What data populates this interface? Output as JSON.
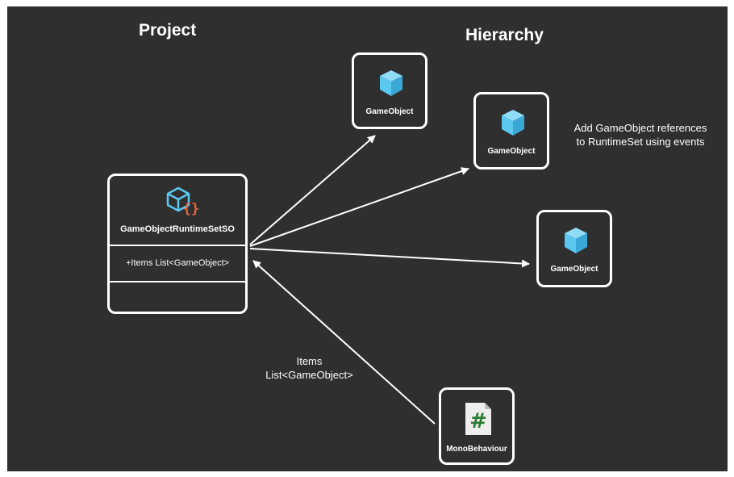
{
  "headings": {
    "project": "Project",
    "hierarchy": "Hierarchy"
  },
  "runtime_set": {
    "title": "GameObjectRuntimeSetSO",
    "field": "+Items List<GameObject>",
    "icon": "scriptable-object-cube-braces-icon"
  },
  "game_objects": [
    {
      "label": "GameObject",
      "icon": "cube-icon"
    },
    {
      "label": "GameObject",
      "icon": "cube-icon"
    },
    {
      "label": "GameObject",
      "icon": "cube-icon"
    }
  ],
  "mono_behaviour": {
    "label": "MonoBehaviour",
    "icon": "csharp-script-hash-icon"
  },
  "notes": {
    "events_line1": "Add GameObject references",
    "events_line2": "to RuntimeSet using events",
    "items_line1": "Items",
    "items_line2": "List<GameObject>"
  },
  "colors": {
    "background": "#2f2f2f",
    "cube": "#5bc8f0",
    "braces": "#e8643c",
    "script_hash": "#2e7d32",
    "stroke": "#ffffff"
  }
}
